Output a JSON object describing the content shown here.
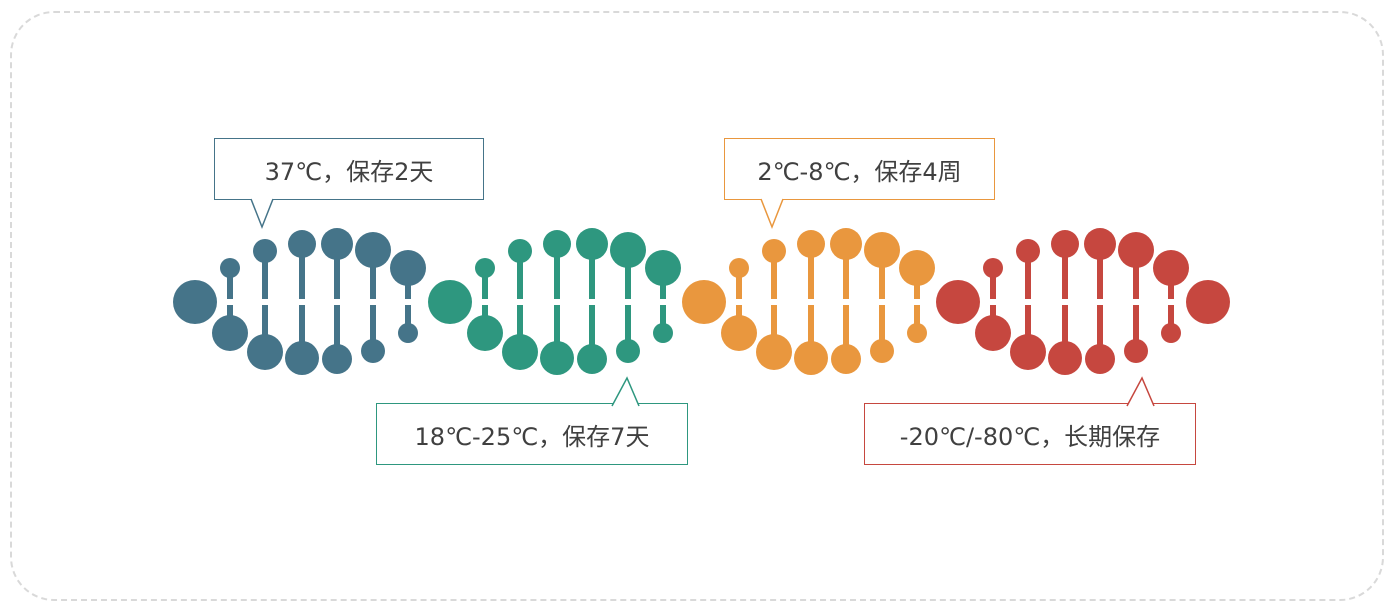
{
  "segments": [
    {
      "color": "#457489",
      "label": "37℃，保存2天",
      "callout_position": "top"
    },
    {
      "color": "#2e977f",
      "label": "18℃-25℃，保存7天",
      "callout_position": "bottom"
    },
    {
      "color": "#e9973e",
      "label": "2℃-8℃，保存4周",
      "callout_position": "top"
    },
    {
      "color": "#c6473f",
      "label": "-20℃/-80℃，长期保存",
      "callout_position": "bottom"
    }
  ]
}
